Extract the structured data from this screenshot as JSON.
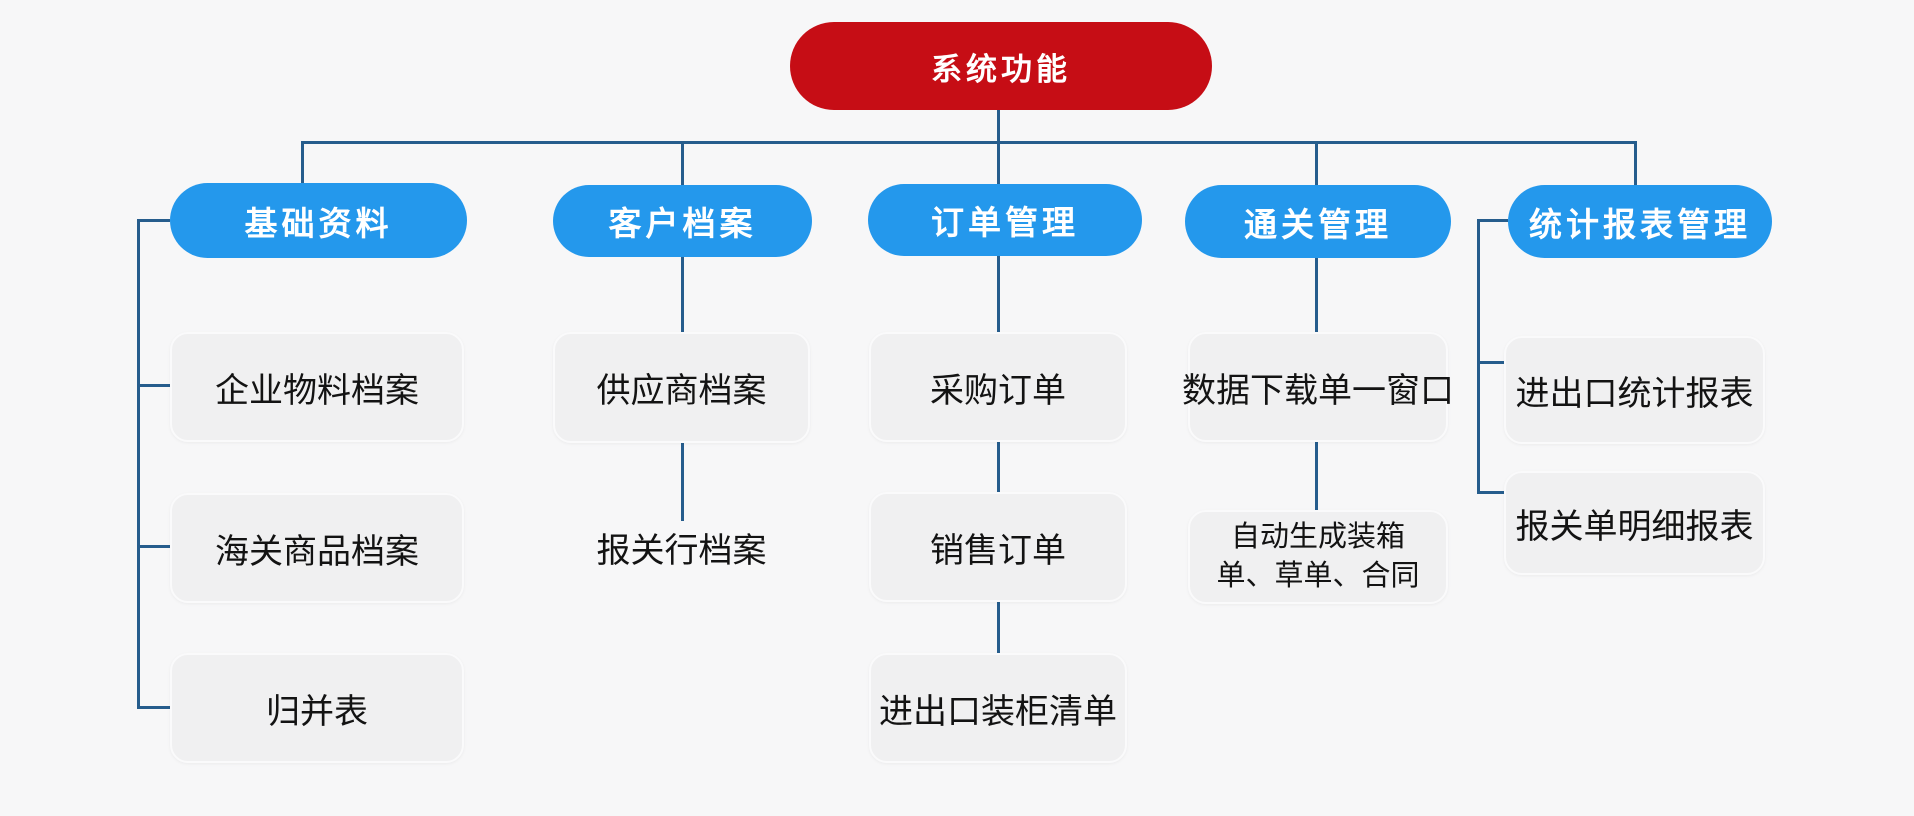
{
  "colors": {
    "bg": "#f7f7f8",
    "root-red": "#c60d15",
    "branch-blue": "#2498ec",
    "line-navy": "#265d8d",
    "leaf-bg": "#f0f0f1"
  },
  "tree": {
    "root": {
      "label": "系统功能"
    },
    "branches": [
      {
        "label": "基础资料",
        "children": [
          {
            "label": "企业物料档案"
          },
          {
            "label": "海关商品档案"
          },
          {
            "label": "归并表"
          }
        ]
      },
      {
        "label": "客户档案",
        "children": [
          {
            "label": "供应商档案"
          },
          {
            "label": "报关行档案"
          }
        ]
      },
      {
        "label": "订单管理",
        "children": [
          {
            "label": "采购订单"
          },
          {
            "label": "销售订单"
          },
          {
            "label": "进出口装柜清单"
          }
        ]
      },
      {
        "label": "通关管理",
        "children": [
          {
            "label": "数据下载单一窗口"
          },
          {
            "label": "自动生成装箱单、草单、合同"
          }
        ]
      },
      {
        "label": "统计报表管理",
        "children": [
          {
            "label": "进出口统计报表"
          },
          {
            "label": "报关单明细报表"
          }
        ]
      }
    ]
  }
}
